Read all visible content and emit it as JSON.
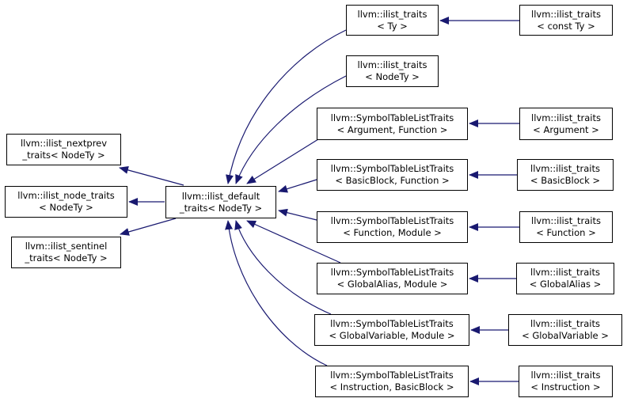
{
  "theme": {
    "edge_color": "#191970",
    "border_color": "#000000",
    "background": "#ffffff"
  },
  "nodes": {
    "nextprev": {
      "line1": "llvm::ilist_nextprev",
      "line2": "_traits< NodeTy >"
    },
    "node_traits": {
      "line1": "llvm::ilist_node_traits",
      "line2": "< NodeTy >"
    },
    "sentinel": {
      "line1": "llvm::ilist_sentinel",
      "line2": "_traits< NodeTy >"
    },
    "default": {
      "line1": "llvm::ilist_default",
      "line2": "_traits< NodeTy >"
    },
    "ilist_ty": {
      "line1": "llvm::ilist_traits",
      "line2": "< Ty >"
    },
    "ilist_nodety": {
      "line1": "llvm::ilist_traits",
      "line2": "< NodeTy >"
    },
    "st_argument": {
      "line1": "llvm::SymbolTableListTraits",
      "line2": "< Argument, Function >"
    },
    "st_basicblock": {
      "line1": "llvm::SymbolTableListTraits",
      "line2": "< BasicBlock, Function >"
    },
    "st_function": {
      "line1": "llvm::SymbolTableListTraits",
      "line2": "< Function, Module >"
    },
    "st_globalalias": {
      "line1": "llvm::SymbolTableListTraits",
      "line2": "< GlobalAlias, Module >"
    },
    "st_globalvariable": {
      "line1": "llvm::SymbolTableListTraits",
      "line2": "< GlobalVariable, Module >"
    },
    "st_instruction": {
      "line1": "llvm::SymbolTableListTraits",
      "line2": "< Instruction, BasicBlock >"
    },
    "ilist_const_ty": {
      "line1": "llvm::ilist_traits",
      "line2": "< const Ty >"
    },
    "ilist_argument": {
      "line1": "llvm::ilist_traits",
      "line2": "< Argument >"
    },
    "ilist_basicblock": {
      "line1": "llvm::ilist_traits",
      "line2": "< BasicBlock >"
    },
    "ilist_function": {
      "line1": "llvm::ilist_traits",
      "line2": "< Function >"
    },
    "ilist_globalalias": {
      "line1": "llvm::ilist_traits",
      "line2": "< GlobalAlias >"
    },
    "ilist_globalvariable": {
      "line1": "llvm::ilist_traits",
      "line2": "< GlobalVariable >"
    },
    "ilist_instruction": {
      "line1": "llvm::ilist_traits",
      "line2": "< Instruction >"
    }
  },
  "edges": [
    {
      "from": "default",
      "to": "nextprev"
    },
    {
      "from": "default",
      "to": "node_traits"
    },
    {
      "from": "default",
      "to": "sentinel"
    },
    {
      "from": "ilist_ty",
      "to": "default"
    },
    {
      "from": "ilist_nodety",
      "to": "default"
    },
    {
      "from": "st_argument",
      "to": "default"
    },
    {
      "from": "st_basicblock",
      "to": "default"
    },
    {
      "from": "st_function",
      "to": "default"
    },
    {
      "from": "st_globalalias",
      "to": "default"
    },
    {
      "from": "st_globalvariable",
      "to": "default"
    },
    {
      "from": "st_instruction",
      "to": "default"
    },
    {
      "from": "ilist_const_ty",
      "to": "ilist_ty"
    },
    {
      "from": "ilist_argument",
      "to": "st_argument"
    },
    {
      "from": "ilist_basicblock",
      "to": "st_basicblock"
    },
    {
      "from": "ilist_function",
      "to": "st_function"
    },
    {
      "from": "ilist_globalalias",
      "to": "st_globalalias"
    },
    {
      "from": "ilist_globalvariable",
      "to": "st_globalvariable"
    },
    {
      "from": "ilist_instruction",
      "to": "st_instruction"
    }
  ]
}
